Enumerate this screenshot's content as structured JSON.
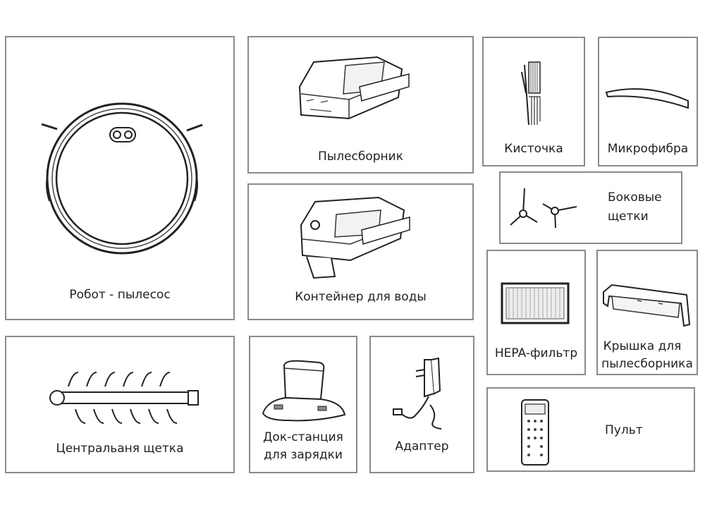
{
  "items": {
    "robot": {
      "label": "Робот - пылесос"
    },
    "dustbin": {
      "label": "Пылесборник"
    },
    "water_tank": {
      "label": "Контейнер для воды"
    },
    "cleaning_tool": {
      "label": "Кисточка"
    },
    "microfiber": {
      "label": "Микрофибра"
    },
    "side_brushes": {
      "line1": "Боковые",
      "line2": "щетки"
    },
    "hepa_filter": {
      "label": "HEPA-фильтр"
    },
    "dustbin_cover": {
      "line1": "Крышка для",
      "line2": "пылесборника"
    },
    "main_brush": {
      "label": "Центральаня щетка"
    },
    "dock": {
      "line1": "Док-станция",
      "line2": "для зарядки"
    },
    "adapter": {
      "label": "Адаптер"
    },
    "remote": {
      "label": "Пульт"
    }
  },
  "colors": {
    "border": "#8a8a8a",
    "line": "#333333",
    "text": "#222222"
  }
}
